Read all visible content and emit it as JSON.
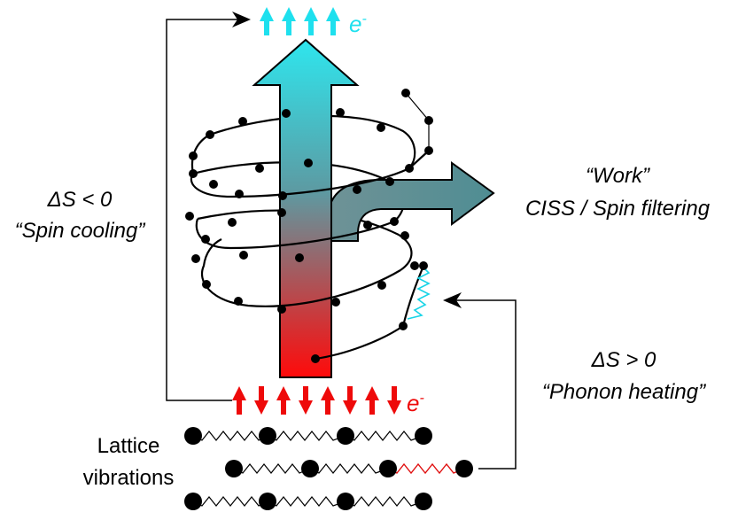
{
  "spin_up_label": {
    "electron": "e",
    "charge": "-"
  },
  "spin_mixed_label": {
    "electron": "e",
    "charge": "-"
  },
  "left_annotation": {
    "line1": "ΔS < 0",
    "line2": "“Spin cooling”"
  },
  "right_annotation": {
    "line1": "“Work”",
    "line2": "CISS / Spin filtering"
  },
  "bottom_annotation": {
    "line1": "ΔS > 0",
    "line2": "“Phonon heating”"
  },
  "lattice_label": {
    "line1": "Lattice",
    "line2": "vibrations"
  },
  "colors": {
    "spin_up": "#1ee0ee",
    "spin_mixed": "#ee0a0a",
    "arrow_top": "#2ee6ee",
    "arrow_bottom": "#ff0a0a",
    "work_arrow": "#5a8f94",
    "heated_spring": "#e01010",
    "coupling_spring": "#18d4e6"
  }
}
